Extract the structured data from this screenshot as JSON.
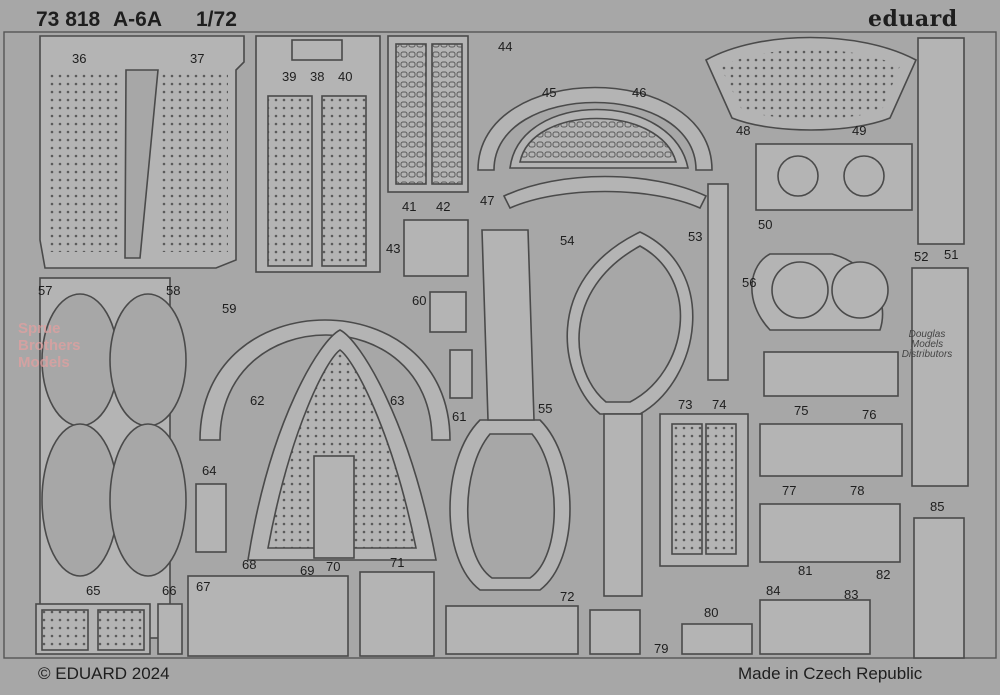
{
  "header": {
    "set_number": "73 818",
    "kit": "A-6A",
    "scale": "1/72",
    "brand": "eduard"
  },
  "footer": {
    "copyright": "© EDUARD 2024",
    "origin": "Made in Czech Republic"
  },
  "watermark": {
    "line1": "Sprue",
    "line2": "Brothers",
    "line3": "Models"
  },
  "distributor_logo": {
    "line1": "Douglas",
    "line2": "Models",
    "line3": "Distributors"
  },
  "part_numbers": [
    "36",
    "37",
    "38",
    "39",
    "40",
    "41",
    "42",
    "43",
    "44",
    "45",
    "46",
    "47",
    "48",
    "49",
    "50",
    "51",
    "52",
    "53",
    "54",
    "55",
    "56",
    "57",
    "58",
    "59",
    "60",
    "61",
    "62",
    "63",
    "64",
    "65",
    "66",
    "67",
    "68",
    "69",
    "70",
    "71",
    "72",
    "73",
    "74",
    "75",
    "76",
    "77",
    "78",
    "79",
    "80",
    "81",
    "82",
    "83",
    "84",
    "85"
  ],
  "colors": {
    "fret": "#a7a7a7",
    "etch": "#b4b4b4",
    "outline": "#4a4a4a",
    "text": "#1e1e1e"
  }
}
